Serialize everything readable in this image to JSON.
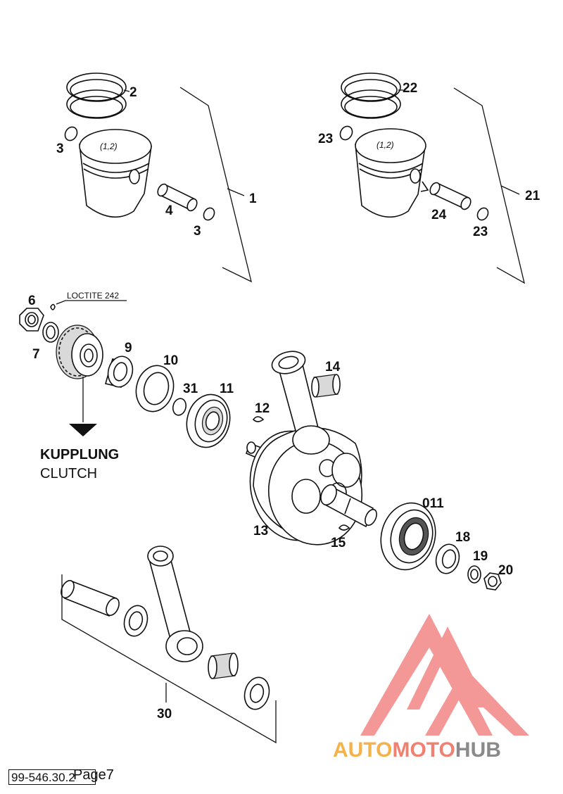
{
  "labels": {
    "l1": "1",
    "l2": "2",
    "l3a": "3",
    "l3b": "3",
    "l4": "4",
    "l21": "21",
    "l22": "22",
    "l23a": "23",
    "l23b": "23",
    "l24": "24",
    "l6": "6",
    "l7": "7",
    "l9": "9",
    "l10": "10",
    "l31": "31",
    "l11": "11",
    "l12": "12",
    "l13": "13",
    "l14": "14",
    "l15": "15",
    "l011": "011",
    "l18": "18",
    "l19": "19",
    "l20": "20",
    "l30": "30"
  },
  "piston_marking": "(1,2)",
  "loctite": "LOCTITE 242",
  "clutch_de": "KUPPLUNG",
  "clutch_en": "CLUTCH",
  "brand": {
    "part1": "AUTO",
    "part2": "MOTO",
    "part3": "HUB",
    "colors": {
      "orange": "#f4b24a",
      "red": "#f08070",
      "gray": "#8a8a8a",
      "logo": "#f28c8c"
    }
  },
  "footer": {
    "code": "99-546.30.2",
    "page": "Page7"
  }
}
